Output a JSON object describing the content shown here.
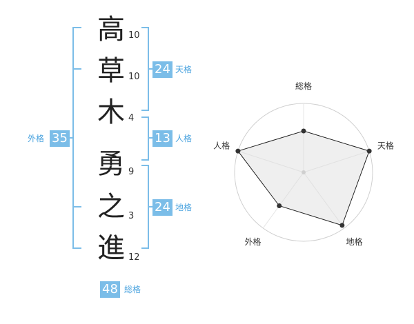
{
  "name_chars": [
    {
      "char": "高",
      "strokes": "10"
    },
    {
      "char": "草",
      "strokes": "10"
    },
    {
      "char": "木",
      "strokes": "4"
    },
    {
      "char": "勇",
      "strokes": "9"
    },
    {
      "char": "之",
      "strokes": "3"
    },
    {
      "char": "進",
      "strokes": "12"
    }
  ],
  "kakusu": {
    "tenkaku": {
      "label": "天格",
      "value": "24"
    },
    "jinkaku": {
      "label": "人格",
      "value": "13"
    },
    "chikaku": {
      "label": "地格",
      "value": "24"
    },
    "gaikaku": {
      "label": "外格",
      "value": "35"
    },
    "soukaku": {
      "label": "総格",
      "value": "48"
    }
  },
  "colors": {
    "accent": "#7bbde8",
    "accent_text": "#4aa3df",
    "bracket": "#7bbde8"
  },
  "chart_data": {
    "type": "radar",
    "axes": [
      "総格",
      "天格",
      "地格",
      "外格",
      "人格"
    ],
    "values": [
      0.6,
      1.0,
      0.95,
      0.6,
      1.0
    ],
    "scale_max": 1.0,
    "rings": 4
  }
}
